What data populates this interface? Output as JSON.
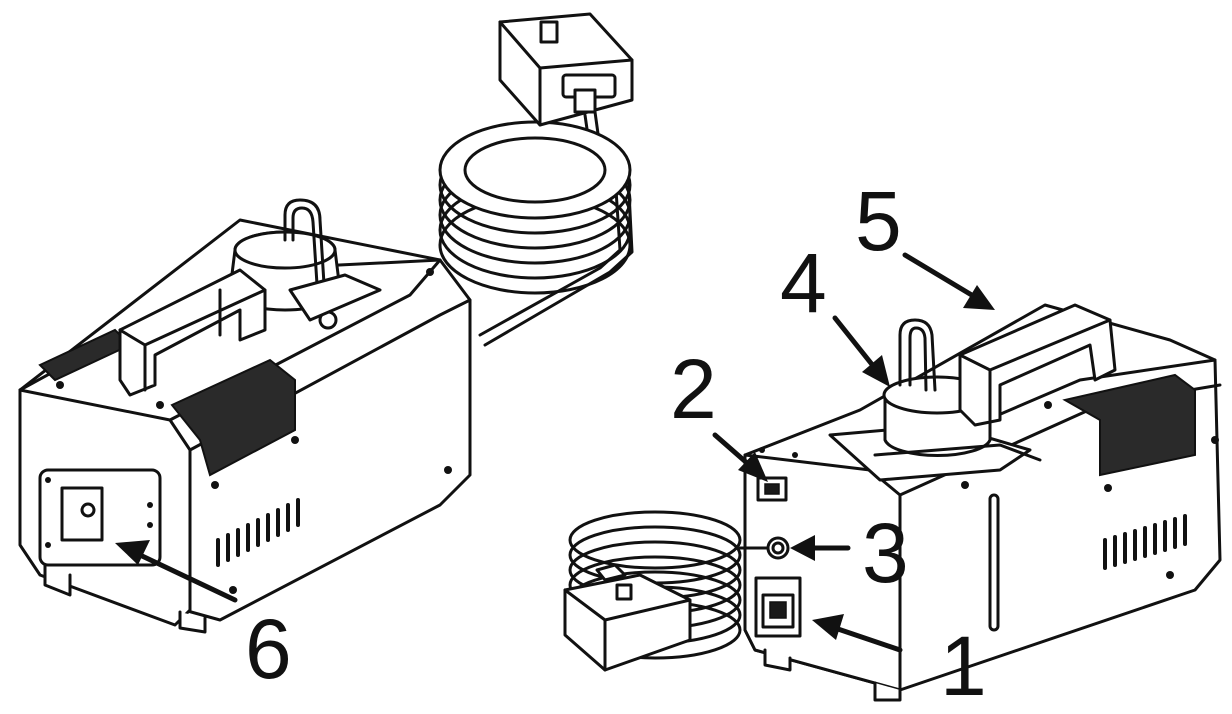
{
  "callouts": {
    "c1": "1",
    "c2": "2",
    "c3": "3",
    "c4": "4",
    "c5": "5",
    "c6": "6"
  },
  "colors": {
    "line": "#111111",
    "background": "#ffffff",
    "mesh": "#2a2a2a"
  }
}
